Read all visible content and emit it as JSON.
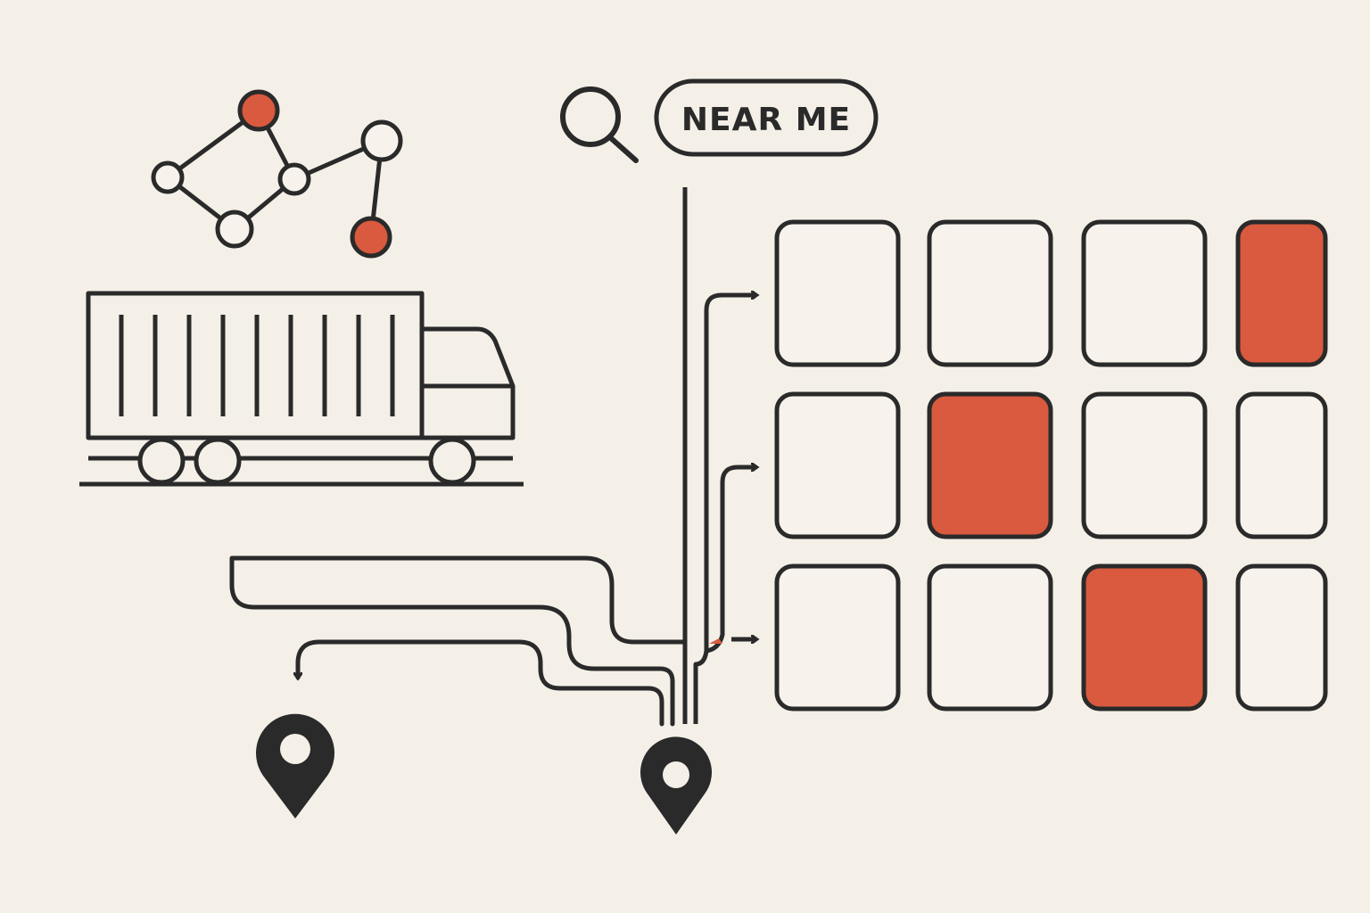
{
  "search": {
    "button_label": "NEAR ME",
    "icon": "magnifier-icon"
  },
  "colors": {
    "background": "#f4f0e8",
    "ink": "#2a2a2a",
    "accent": "#d95a3e",
    "fill": "#f7f3ec"
  },
  "network": {
    "icon": "route-network-icon",
    "nodes": [
      {
        "id": "n1",
        "highlighted": true
      },
      {
        "id": "n2",
        "highlighted": false
      },
      {
        "id": "n3",
        "highlighted": false
      },
      {
        "id": "n4",
        "highlighted": false
      },
      {
        "id": "n5",
        "highlighted": false
      },
      {
        "id": "n6",
        "highlighted": true
      }
    ]
  },
  "truck": {
    "icon": "truck-icon"
  },
  "pins": [
    {
      "id": "destination-pin",
      "icon": "map-pin-icon"
    },
    {
      "id": "origin-pin",
      "icon": "map-pin-icon"
    }
  ],
  "grid": {
    "rows": 3,
    "columns": 4,
    "highlighted_cells": [
      [
        0,
        3
      ],
      [
        1,
        1
      ],
      [
        2,
        2
      ]
    ]
  }
}
